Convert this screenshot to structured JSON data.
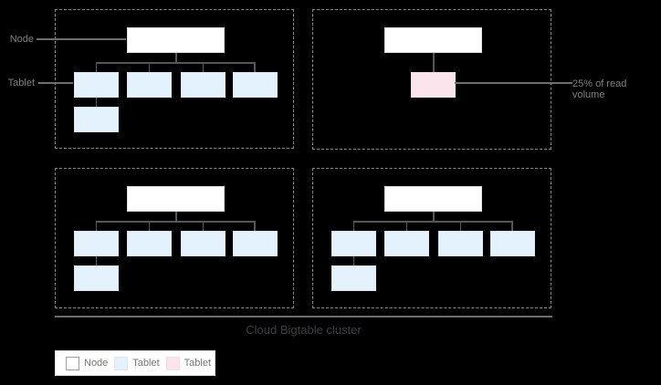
{
  "diagram": {
    "title": "Cloud Bigtable cluster",
    "callouts": {
      "node": "Node",
      "tablet": "Tablet",
      "read_volume": "25% of read volume"
    }
  },
  "legend": {
    "items": [
      {
        "label": "Node",
        "color": "#ffffff",
        "border": "#9e9e9e"
      },
      {
        "label": "Tablet",
        "color": "#e3f2fd",
        "border": "#d9e7f0"
      },
      {
        "label": "Tablet",
        "color": "#fce4ec",
        "border": "#f2dde3"
      }
    ]
  },
  "colors": {
    "background": "#000000",
    "node_fill": "#ffffff",
    "node_border": "#e0e0e0",
    "tablet_fill": "#e3f2fd",
    "tablet_border": "#d9e7f0",
    "hot_tablet_fill": "#fce4ec",
    "hot_tablet_border": "#f2dde3",
    "tree_connector": "#565656",
    "leader_line": "#6f6f6f",
    "callout_text": "#808080",
    "title_text": "#3c4043",
    "legend_text": "#757575",
    "legend_border": "#e0e0e0",
    "dashed_border": "#8a8a8a",
    "cluster_line": "#6e6e6e"
  }
}
